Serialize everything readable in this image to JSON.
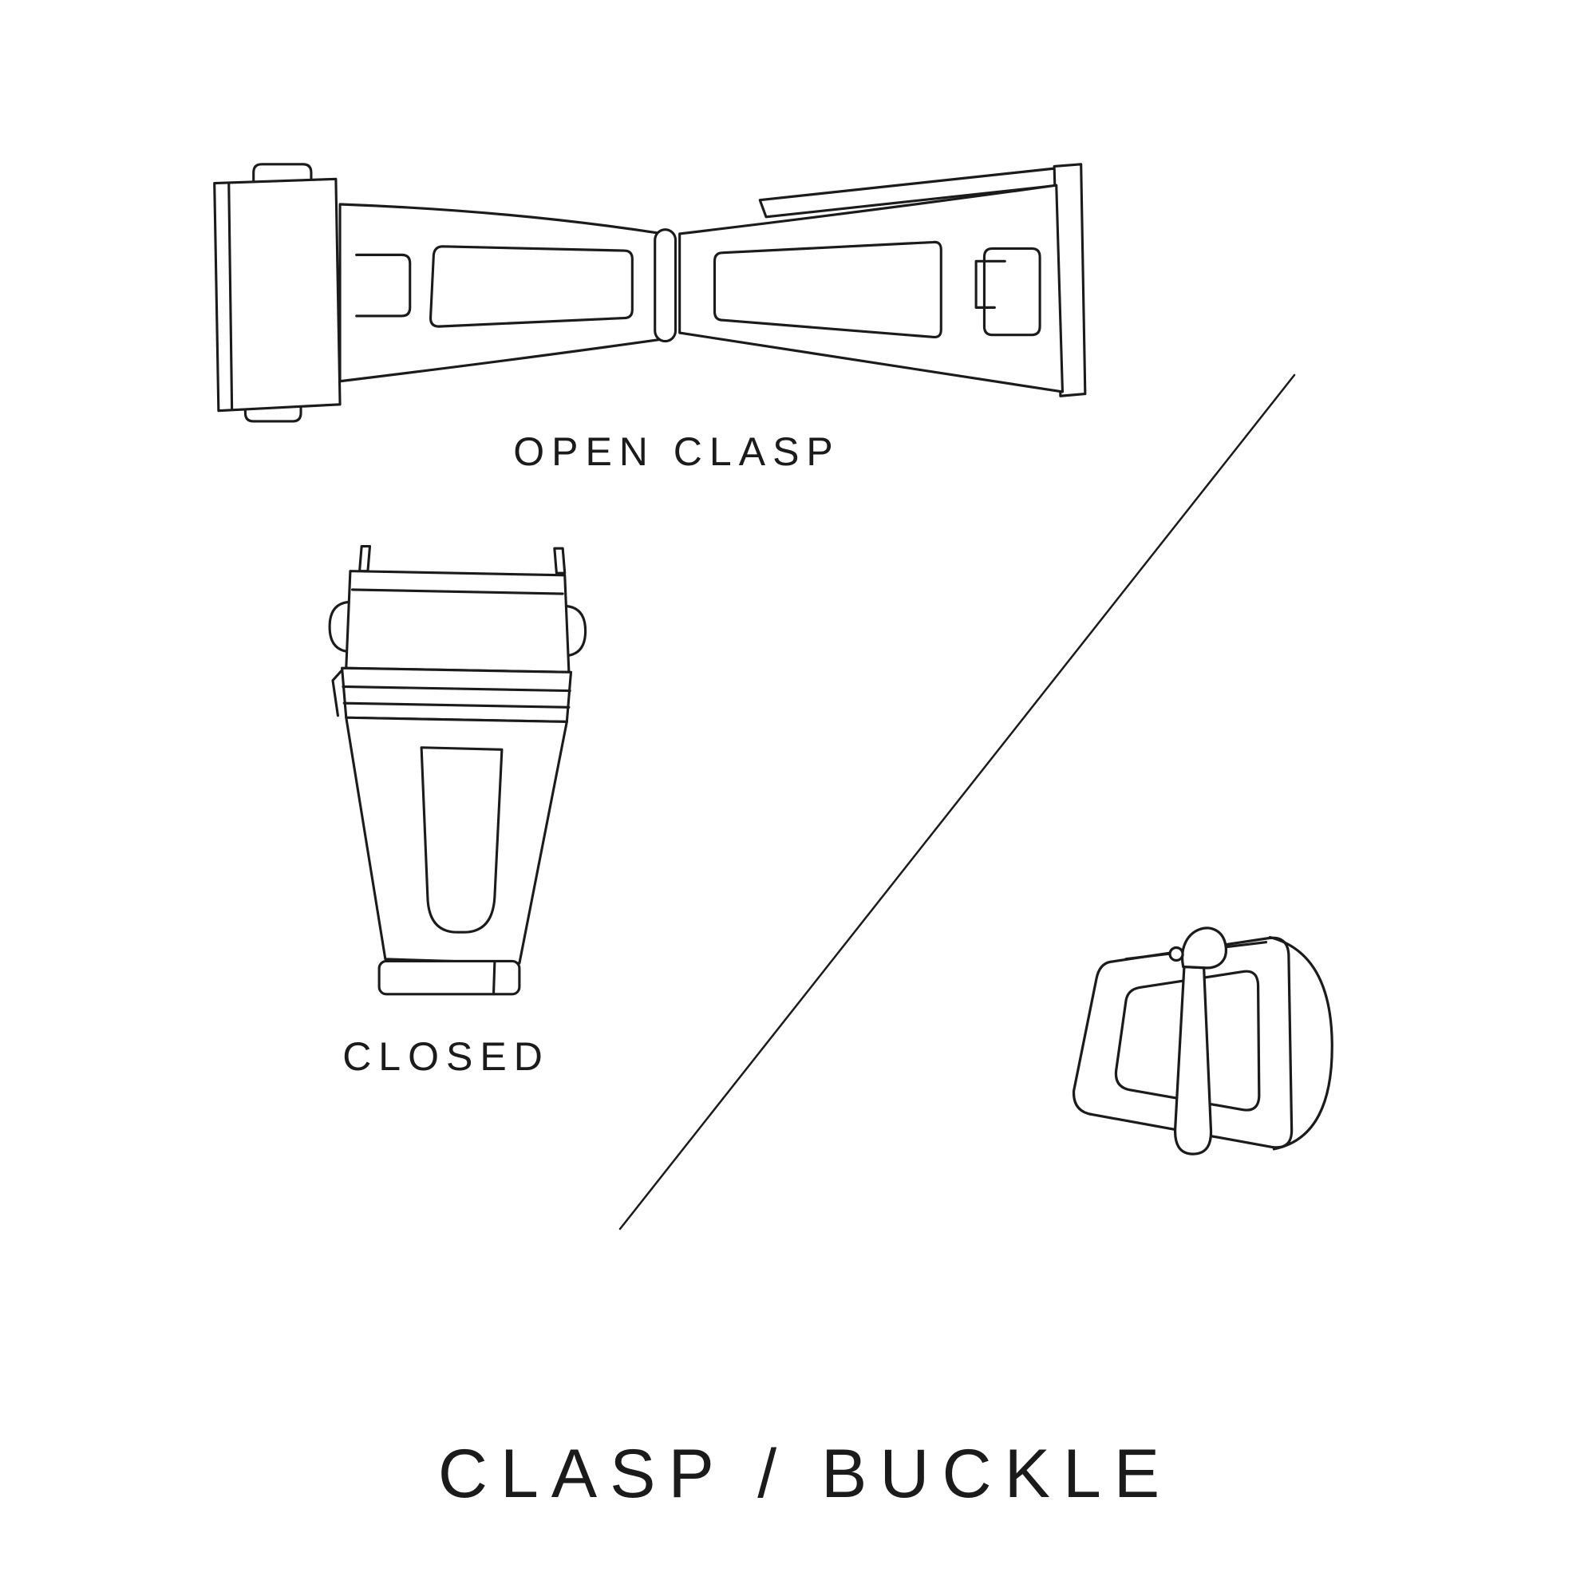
{
  "document": {
    "background_color": "#ffffff",
    "line_color": "#1b1b1b",
    "text_color": "#1b1b1b"
  },
  "labels": {
    "open_clasp": "OPEN CLASP",
    "closed": "CLOSED"
  },
  "title": {
    "text": "CLASP / BUCKLE"
  },
  "illustrations": {
    "open_clasp": {
      "name": "open-clasp-illustration"
    },
    "closed_clasp": {
      "name": "closed-clasp-illustration"
    },
    "buckle": {
      "name": "buckle-illustration"
    },
    "divider": {
      "name": "divider-line"
    }
  }
}
